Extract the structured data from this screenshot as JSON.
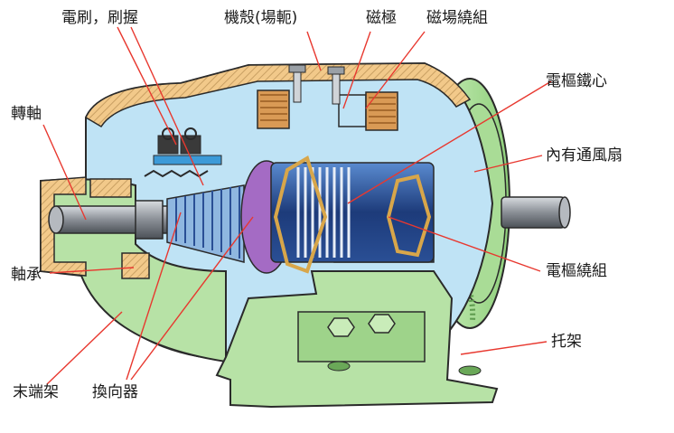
{
  "labels": {
    "brush": "電刷，刷握",
    "frame": "機殼(場軛)",
    "pole": "磁極",
    "field_winding": "磁場繞組",
    "armature_core": "電樞鐵心",
    "shaft": "轉軸",
    "fan": "內有通風扇",
    "bearing": "軸承",
    "armature_winding": "電樞繞組",
    "bracket": "托架",
    "end_bell": "末端架",
    "commutator": "換向器"
  },
  "colors": {
    "label_line": "#e8382f",
    "frame_fill": "#f2c98a",
    "frame_hatch": "#c9a063",
    "interior": "#bfe3f5",
    "green_body": "#b7e2a6",
    "green_dark": "#7cc46a",
    "armature_dark": "#1d3b7a",
    "armature_mid": "#3c6fb5",
    "purple": "#a46bc4",
    "shaft": "#8a8f96",
    "outline": "#2a2a2a"
  }
}
